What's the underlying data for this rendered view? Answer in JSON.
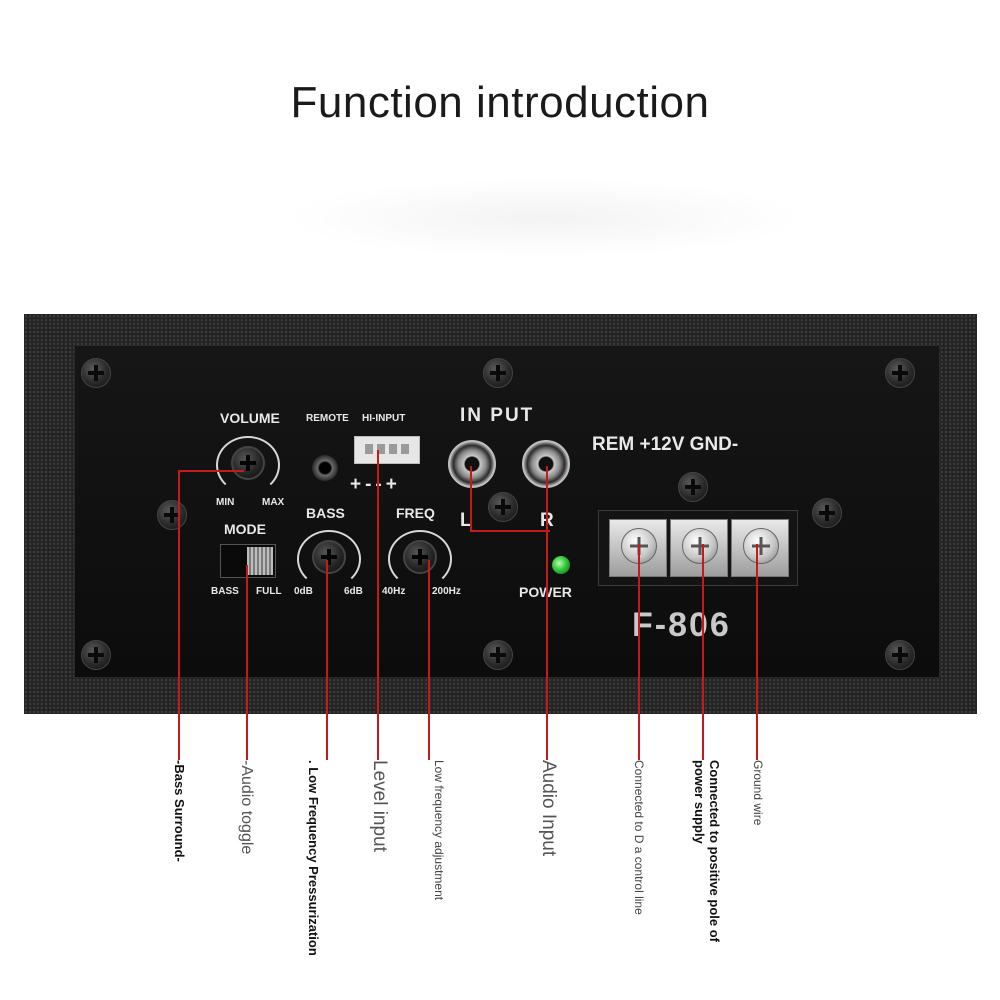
{
  "title": "Function introduction",
  "panel": {
    "volume_label": "VOLUME",
    "volume_min": "MIN",
    "volume_max": "MAX",
    "remote_label": "REMOTE",
    "hi_input_label": "HI-INPUT",
    "hi_input_polarity": "+--+",
    "input_label": "IN PUT",
    "input_left": "L",
    "input_right": "R",
    "mode_label": "MODE",
    "mode_bass": "BASS",
    "mode_full": "FULL",
    "bass_label": "BASS",
    "bass_min": "0dB",
    "bass_max": "6dB",
    "freq_label": "FREQ",
    "freq_min": "40Hz",
    "freq_max": "200Hz",
    "power_label": "POWER",
    "terminal_label": "REM +12V GND-",
    "model": "F-806"
  },
  "annotations": [
    "-Bass Surround-",
    "-Audio toggle",
    ". Low Frequency Pressurization",
    "Level input",
    "Low frequency adjustment",
    "Audio Input",
    "Connected to D a control line",
    "Connected to positive pole of power supply",
    "Ground wire"
  ],
  "colors": {
    "callout_line": "#c41a1a",
    "power_led": "#32c83a",
    "panel": "#111111"
  }
}
